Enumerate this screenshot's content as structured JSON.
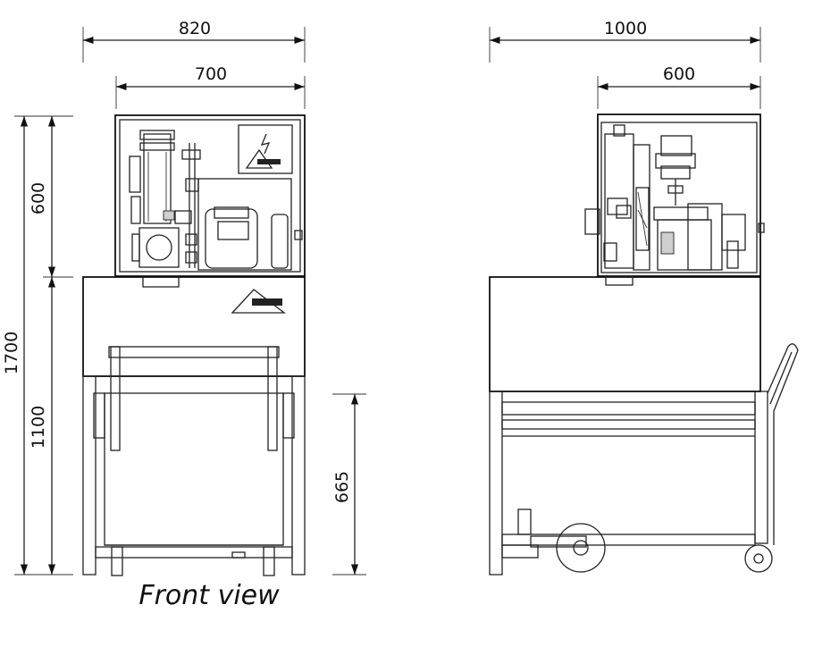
{
  "dimensions": {
    "front_width_total": "820",
    "front_width_upper": "700",
    "side_depth_total": "1000",
    "side_depth_upper": "600",
    "height_total": "1700",
    "height_upper": "600",
    "height_lower": "1100",
    "height_opening": "665"
  },
  "caption": "Front view",
  "colors": {
    "line": "#222222",
    "background": "#ffffff"
  }
}
